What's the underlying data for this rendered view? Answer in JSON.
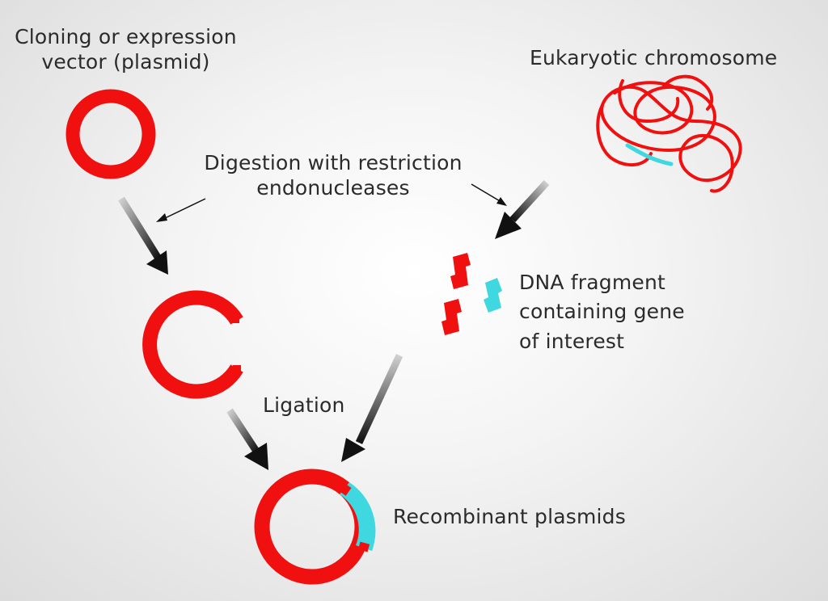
{
  "labels": {
    "vector_line1": "Cloning or expression",
    "vector_line2": "vector (plasmid)",
    "chromosome": "Eukaryotic chromosome",
    "digestion_line1": "Digestion with restriction",
    "digestion_line2": "endonucleases",
    "fragment_line1": "DNA fragment",
    "fragment_line2": "containing gene",
    "fragment_line3": "of interest",
    "ligation": "Ligation",
    "recombinant": "Recombinant plasmids"
  },
  "colors": {
    "dna": "#f01010",
    "gene": "#3fd8e0",
    "arrow": "#111111"
  }
}
